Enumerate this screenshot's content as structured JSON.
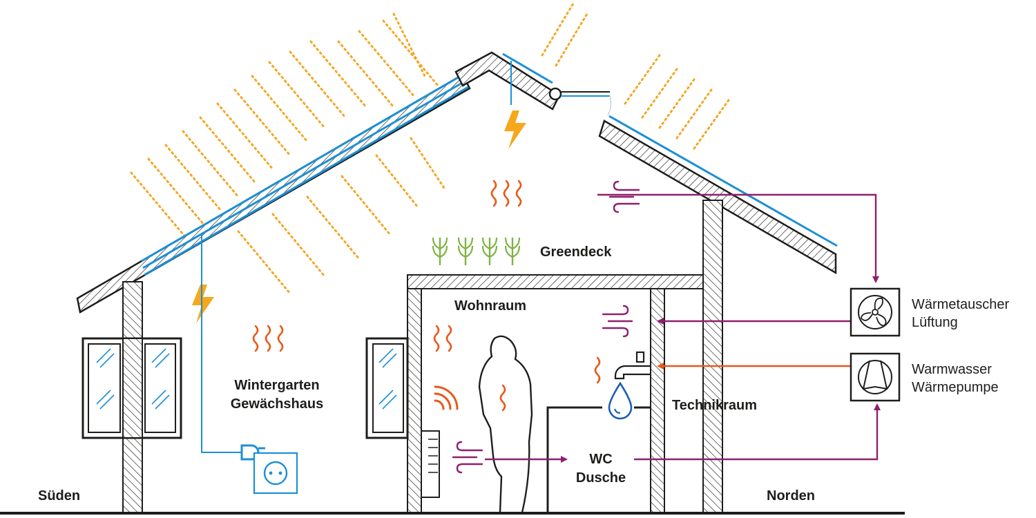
{
  "labels": {
    "greendeck": "Greendeck",
    "wohnraum": "Wohnraum",
    "wintergarten_line1": "Wintergarten",
    "wintergarten_line2": "Gewächshaus",
    "technikraum": "Technikraum",
    "wc_line1": "WC",
    "wc_line2": "Dusche",
    "sueden": "Süden",
    "norden": "Norden",
    "waermetauscher_line1": "Wärmetauscher",
    "waermetauscher_line2": "Lüftung",
    "warmwasser_line1": "Warmwasser",
    "warmwasser_line2": "Wärmepumpe"
  },
  "icons": {
    "lightning": "lightning-icon",
    "heat": "heat-waves-icon",
    "air": "air-flow-icon",
    "plant": "plant-icon",
    "plug": "plug-icon",
    "socket": "socket-icon",
    "fan": "fan-icon",
    "heat_pump": "heat-pump-icon",
    "water_drop": "water-drop-icon",
    "faucet": "faucet-icon",
    "radiator": "radiator-icon",
    "person": "person-icon",
    "sun_rays": "sun-rays-icon",
    "solar_panel": "solar-panel-icon"
  },
  "colors": {
    "sun": "#f5a623",
    "electric": "#1b8fd6",
    "heat": "#e8591a",
    "air": "#8e1f6e",
    "plant": "#7cb342",
    "structure": "#1d1d1b",
    "lightning": "#f5a81c"
  }
}
